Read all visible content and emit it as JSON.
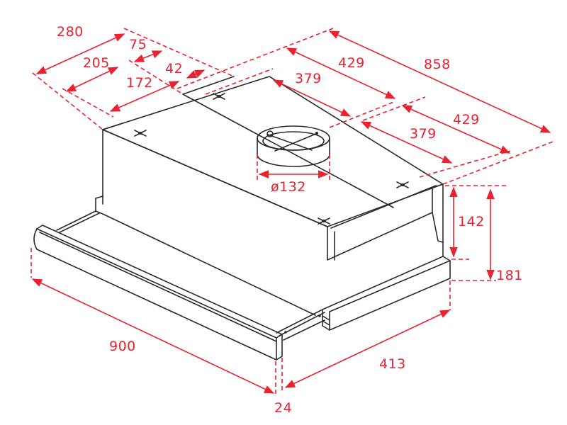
{
  "diagram": {
    "subject": "Telescopic cooker hood, isometric dimension drawing",
    "units": "mm",
    "colors": {
      "outline": "#2a2a2a",
      "dimension": "#e8222e",
      "background": "#ffffff"
    },
    "dimensions": {
      "depth_total": "280",
      "depth_205": "205",
      "depth_172": "172",
      "offset_75": "75",
      "offset_42": "42",
      "width_total": "858",
      "half_width_top": "429",
      "half_width_bottom": "429",
      "screw_spacing_top": "379",
      "screw_spacing_bottom": "379",
      "outlet_diameter": "ø132",
      "body_height": "142",
      "total_height": "181",
      "front_width": "900",
      "drawer_depth": "413",
      "front_panel_thickness": "24"
    },
    "components": [
      "hood-body",
      "air-outlet-collar",
      "mounting-screw-marks",
      "telescopic-drawer",
      "front-trim-panel",
      "lower-frame"
    ]
  }
}
